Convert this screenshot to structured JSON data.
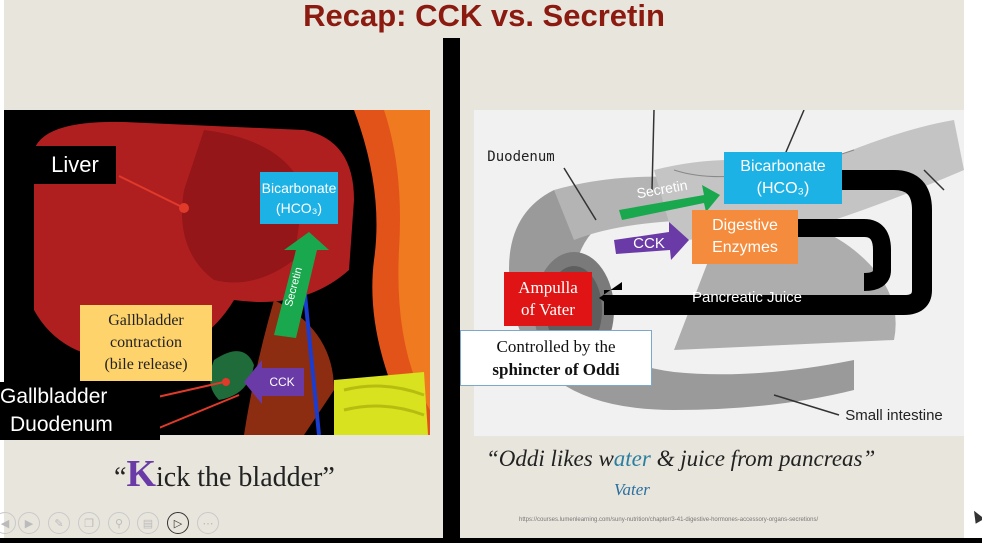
{
  "slide": {
    "title": "Recap: CCK vs. Secretin",
    "left": {
      "liver_label": "Liver",
      "bicarbonate_label": "Bicarbonate",
      "bicarbonate_formula": "(HCO₃)",
      "secretin_label": "Secretin",
      "cck_label": "CCK",
      "gallbladder_box_lines": [
        "Gallbladder",
        "contraction",
        "(bile release)"
      ],
      "gallbladder_label": "Gallbladder",
      "duodenum_label": "Duodenum",
      "mnemonic_open": "“",
      "mnemonic_big_letter": "K",
      "mnemonic_rest": "ick the bladder”",
      "colors": {
        "bicarbonate": "#1cb2e6",
        "secretin": "#1aa84e",
        "cck": "#6a3aa6",
        "box": "#ffd36b",
        "mnemonic_k": "#6a3aa6"
      }
    },
    "right": {
      "duodenum_label": "Duodenum",
      "secretin_label": "Secretin",
      "bicarbonate_label": "Bicarbonate",
      "bicarbonate_formula": "(HCO₃)",
      "cck_label": "CCK",
      "digestive_line1": "Digestive",
      "digestive_line2": "Enzymes",
      "ampulla_line1": "Ampulla",
      "ampulla_line2": "of Vater",
      "pancreatic_juice": "Pancreatic Juice",
      "controlled_line1": "Controlled by the",
      "controlled_line2": "sphincter of Oddi",
      "small_intestine": "Small intestine",
      "quote_part1": "“Oddi likes w",
      "quote_highlight": "ater",
      "quote_part2": " & juice from pancreas”",
      "vater_note": "Vater",
      "colors": {
        "ampulla": "#e01414",
        "digestive": "#f58b3c",
        "highlight": "#2a7fa0"
      }
    },
    "source_url": "https://courses.lumenlearning.com/suny-nutrition/chapter/3-41-digestive-hormones-accessory-organs-secretions/"
  },
  "toolbar": {
    "icons": [
      "prev-icon",
      "play-icon",
      "pen-icon",
      "copy-icon",
      "zoom-icon",
      "subtitles-icon",
      "video-icon",
      "more-icon"
    ]
  }
}
